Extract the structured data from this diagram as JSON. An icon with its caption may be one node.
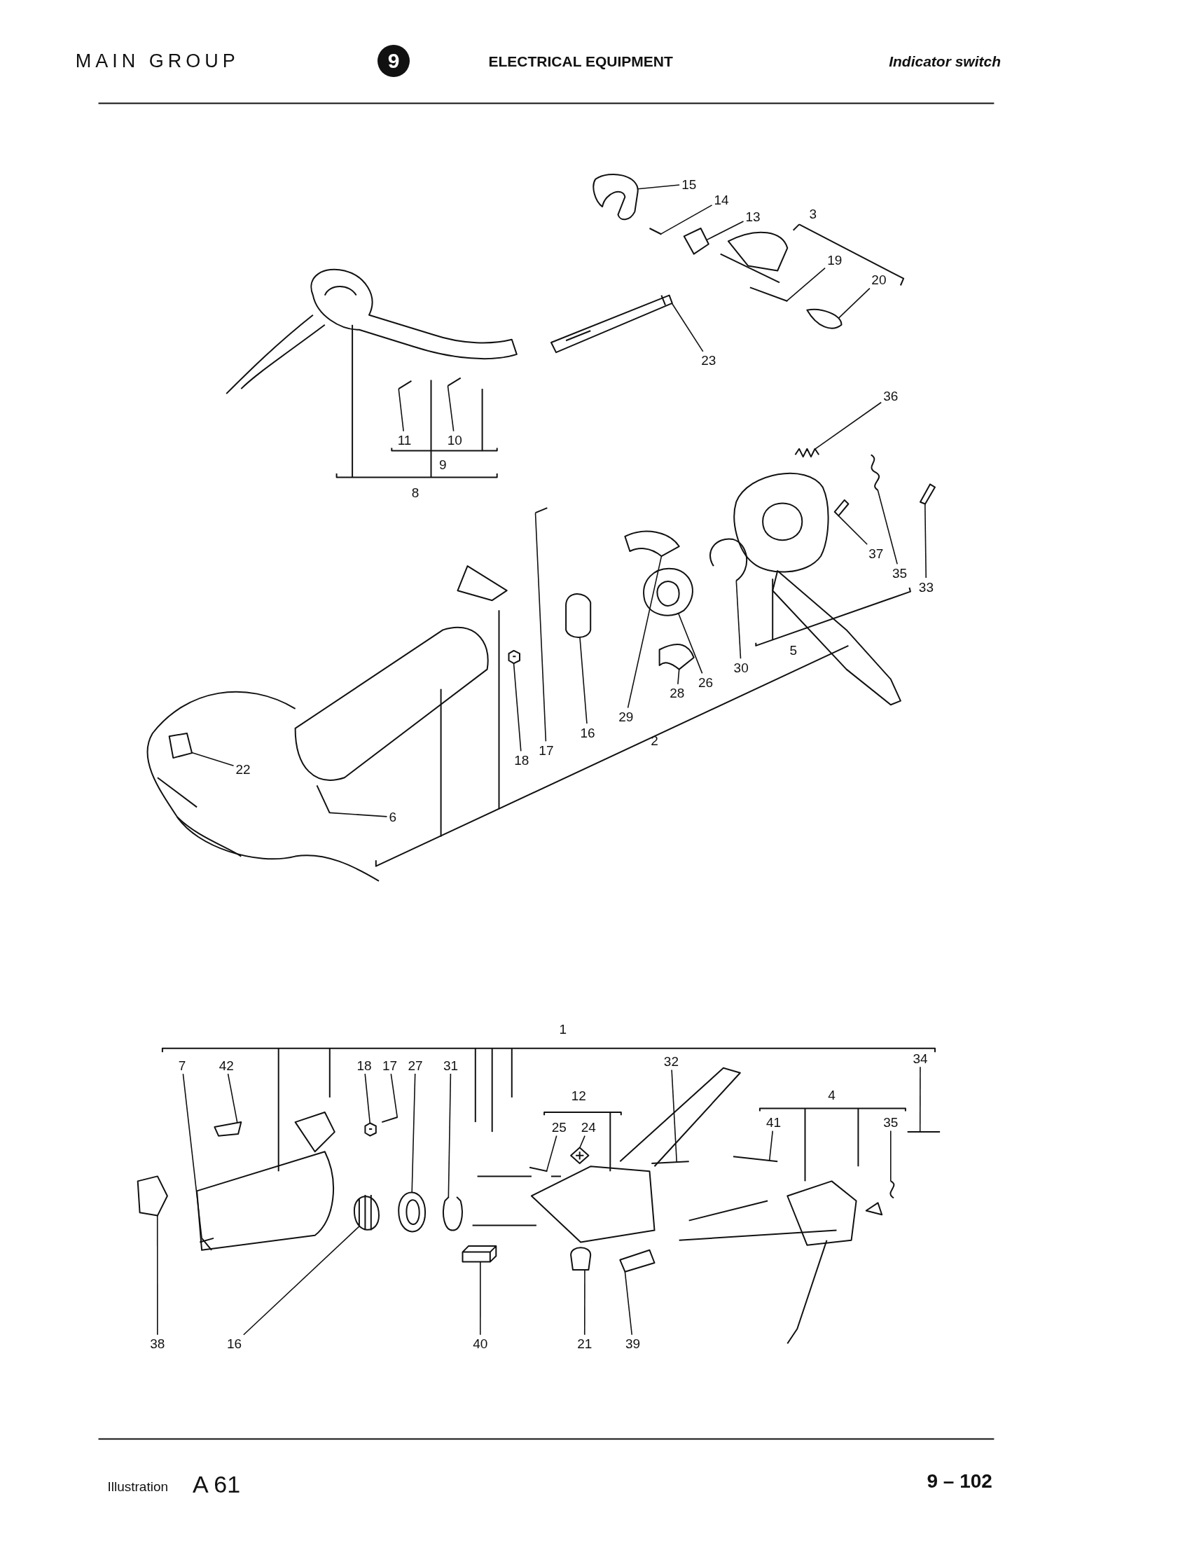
{
  "diagram": {
    "nodes": [
      {
        "text": [
          "15"
        ]
      },
      {
        "text": [
          "14"
        ]
      },
      {
        "text": [
          "13"
        ]
      },
      {
        "text": [
          "19"
        ]
      },
      {
        "text": [
          "20"
        ]
      },
      {
        "text": [
          "23"
        ]
      },
      {
        "text": [
          "11"
        ]
      },
      {
        "text": [
          "10"
        ]
      },
      {
        "text": [
          "36"
        ]
      },
      {
        "text": [
          "37"
        ]
      },
      {
        "text": [
          "35"
        ]
      },
      {
        "text": [
          "33"
        ]
      },
      {
        "text": [
          "30"
        ]
      },
      {
        "text": [
          "26"
        ]
      },
      {
        "text": [
          "28"
        ]
      },
      {
        "text": [
          "29"
        ]
      },
      {
        "text": [
          "16"
        ]
      },
      {
        "text": [
          "18"
        ]
      },
      {
        "text": [
          "17"
        ]
      },
      {
        "text": [
          "6"
        ]
      },
      {
        "text": [
          "22"
        ]
      },
      {
        "text": [
          "7"
        ]
      },
      {
        "text": [
          "42"
        ]
      },
      {
        "text": [
          "18"
        ]
      },
      {
        "text": [
          "17"
        ]
      },
      {
        "text": [
          "27"
        ]
      },
      {
        "text": [
          "31"
        ]
      },
      {
        "text": [
          "32"
        ]
      },
      {
        "text": [
          "34"
        ]
      },
      {
        "text": [
          "25"
        ]
      },
      {
        "text": [
          "24"
        ]
      },
      {
        "text": [
          "41"
        ]
      },
      {
        "text": [
          "35"
        ]
      },
      {
        "text": [
          "38"
        ]
      },
      {
        "text": [
          "16"
        ]
      },
      {
        "text": [
          "40"
        ]
      },
      {
        "text": [
          "21"
        ]
      },
      {
        "text": [
          "39"
        ]
      },
      {
        "text": [],
        "shape": "picture"
      },
      {
        "text": [],
        "shape": "picture"
      },
      {
        "text": [],
        "shape": "picture"
      },
      {
        "text": [],
        "shape": "picture"
      },
      {
        "text": [],
        "shape": "picture"
      },
      {
        "text": [],
        "shape": "picture"
      },
      {
        "text": [],
        "shape": "picture"
      },
      {
        "text": [],
        "shape": "picture"
      },
      {
        "text": [],
        "shape": "picture"
      },
      {
        "text": [],
        "shape": "picture"
      },
      {
        "text": [],
        "shape": "picture"
      },
      {
        "text": [],
        "shape": "picture"
      },
      {
        "text": [],
        "shape": "picture"
      },
      {
        "text": [],
        "shape": "picture"
      },
      {
        "text": [],
        "shape": "picture"
      },
      {
        "text": [],
        "shape": "picture"
      },
      {
        "text": [],
        "shape": "picture"
      },
      {
        "text": [],
        "shape": "picture"
      },
      {
        "text": [],
        "shape": "picture"
      },
      {
        "text": [],
        "shape": "picture"
      },
      {
        "text": [],
        "shape": "picture"
      },
      {
        "text": [],
        "shape": "picture"
      },
      {
        "text": [],
        "shape": "picture"
      },
      {
        "text": [],
        "shape": "picture"
      },
      {
        "text": [],
        "shape": "picture"
      },
      {
        "text": [],
        "shape": "picture"
      },
      {
        "text": [],
        "shape": "picture"
      },
      {
        "text": [],
        "shape": "picture"
      },
      {
        "text": [],
        "shape": "picture"
      },
      {
        "text": [],
        "shape": "picture"
      },
      {
        "text": [],
        "shape": "picture"
      },
      {
        "text": [],
        "shape": "picture"
      },
      {
        "text": [],
        "shape": "picture"
      },
      {
        "text": [],
        "shape": "picture"
      },
      {
        "text": [],
        "shape": "picture"
      },
      {
        "text": [],
        "shape": "picture"
      },
      {
        "text": [],
        "shape": "picture"
      },
      {
        "text": [],
        "shape": "picture"
      }
    ],
    "edges": [
      {
        "from": 0,
        "to": 38,
        "arrow": "none"
      },
      {
        "from": 1,
        "to": 39,
        "arrow": "none"
      },
      {
        "from": 2,
        "to": 40,
        "arrow": "none"
      },
      {
        "from": 3,
        "to": 41,
        "arrow": "none"
      },
      {
        "from": 4,
        "to": 42,
        "arrow": "none"
      },
      {
        "from": 5,
        "to": 43,
        "arrow": "none"
      },
      {
        "from": 6,
        "to": 44,
        "arrow": "none"
      },
      {
        "from": 7,
        "to": 45,
        "arrow": "none"
      },
      {
        "from": 8,
        "to": 46,
        "arrow": "none"
      },
      {
        "from": 9,
        "to": 47,
        "arrow": "none"
      },
      {
        "from": 10,
        "to": 48,
        "arrow": "none"
      },
      {
        "from": 11,
        "to": 49,
        "arrow": "none"
      },
      {
        "from": 12,
        "to": 50,
        "arrow": "none"
      },
      {
        "from": 13,
        "to": 51,
        "arrow": "none"
      },
      {
        "from": 14,
        "to": 52,
        "arrow": "none"
      },
      {
        "from": 15,
        "to": 53,
        "arrow": "none"
      },
      {
        "from": 16,
        "to": 54,
        "arrow": "none"
      },
      {
        "from": 17,
        "to": 55,
        "arrow": "none"
      },
      {
        "from": 18,
        "to": 56,
        "arrow": "none"
      },
      {
        "from": 19,
        "to": 57,
        "arrow": "none"
      },
      {
        "from": 20,
        "to": 58,
        "arrow": "none"
      },
      {
        "from": 21,
        "to": 59,
        "arrow": "none"
      },
      {
        "from": 22,
        "to": 60,
        "arrow": "none"
      },
      {
        "from": 23,
        "to": 61,
        "arrow": "none"
      },
      {
        "from": 24,
        "to": 62,
        "arrow": "none"
      },
      {
        "from": 25,
        "to": 63,
        "arrow": "none"
      },
      {
        "from": 26,
        "to": 64,
        "arrow": "none"
      },
      {
        "from": 27,
        "to": 65,
        "arrow": "none"
      },
      {
        "from": 28,
        "to": 66,
        "arrow": "none"
      },
      {
        "from": 29,
        "to": 67,
        "arrow": "none"
      },
      {
        "from": 30,
        "to": 68,
        "arrow": "none"
      },
      {
        "from": 31,
        "to": 69,
        "arrow": "none"
      },
      {
        "from": 32,
        "to": 70,
        "arrow": "none"
      },
      {
        "from": 33,
        "to": 71,
        "arrow": "none"
      },
      {
        "from": 34,
        "to": 72,
        "arrow": "none"
      },
      {
        "from": 35,
        "to": 73,
        "arrow": "none"
      },
      {
        "from": 36,
        "to": 74,
        "arrow": "none"
      },
      {
        "from": 37,
        "to": 75,
        "arrow": "none"
      }
    ],
    "labels": [
      "MAIN GROUP",
      "9",
      "ELECTRICAL EQUIPMENT",
      "Indicator switch",
      "3",
      "9",
      "8",
      "5",
      "2",
      "1",
      "12",
      "4",
      "Illustration",
      "A 61",
      "9 – 102"
    ]
  }
}
